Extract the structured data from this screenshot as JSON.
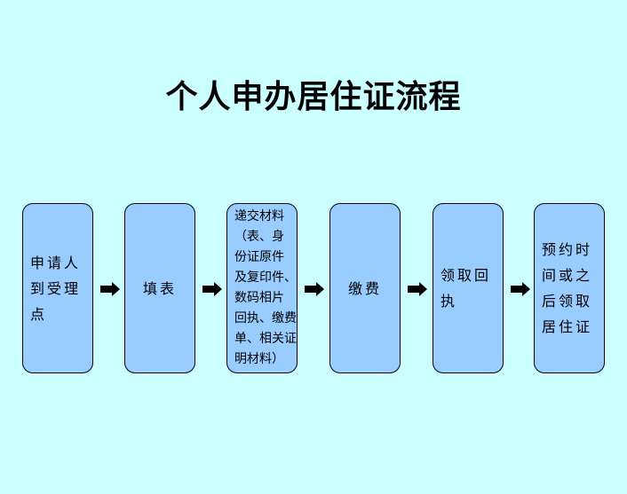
{
  "title": "个人申办居住证流程",
  "steps": [
    {
      "lines": [
        "申请人",
        "到受理",
        "点"
      ]
    },
    {
      "lines": [
        "填表"
      ]
    },
    {
      "lines": [
        "递交材料",
        "（表、身",
        "份证原件",
        "及复印件、",
        "数码相片",
        "回执、缴费",
        "单、相关证",
        "明材料）"
      ]
    },
    {
      "lines": [
        "缴费"
      ]
    },
    {
      "lines": [
        "领取回",
        "执"
      ]
    },
    {
      "lines": [
        "预约时",
        "间或之",
        "后领取",
        "居住证"
      ]
    }
  ],
  "colors": {
    "background": "#ccffff",
    "box": "#99ccff",
    "arrow": "#000000"
  }
}
